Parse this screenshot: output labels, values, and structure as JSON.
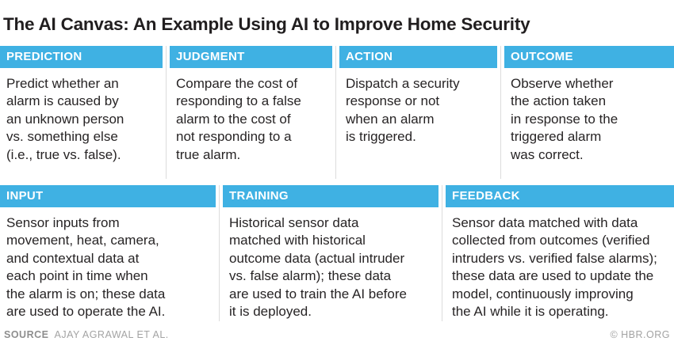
{
  "title": "The AI Canvas: An Example Using AI to Improve Home Security",
  "colors": {
    "header_bar": "#3fb1e3",
    "header_text": "#ffffff",
    "body_text": "#272425",
    "title_text": "#211e1f",
    "footer_text": "#a3a3a3",
    "divider": "#dcdcdc",
    "background": "#ffffff"
  },
  "rows": [
    {
      "cards": [
        {
          "title": "PREDICTION",
          "body": "Predict whether an\nalarm is caused by\nan unknown person\nvs. something else\n(i.e., true vs. false)."
        },
        {
          "title": "JUDGMENT",
          "body": "Compare the cost of\nresponding to a false\nalarm to the cost of\nnot responding to a\ntrue alarm."
        },
        {
          "title": "ACTION",
          "body": "Dispatch a security\nresponse or not\nwhen an alarm\nis triggered."
        },
        {
          "title": "OUTCOME",
          "body": "Observe whether\nthe action taken\nin response to the\ntriggered alarm\nwas correct."
        }
      ]
    },
    {
      "cards": [
        {
          "title": "INPUT",
          "body": "Sensor inputs from\nmovement, heat, camera,\nand contextual data at\neach point in time when\nthe alarm is on; these data\nare used to operate the AI."
        },
        {
          "title": "TRAINING",
          "body": "Historical sensor data\nmatched with historical\noutcome data (actual intruder\nvs. false alarm); these data\nare used to train the AI before\nit is deployed."
        },
        {
          "title": "FEEDBACK",
          "body": "Sensor data matched with data\ncollected from outcomes (verified\nintruders vs. verified false alarms);\nthese data are used to update the\nmodel, continuously improving\nthe AI while it is operating."
        }
      ]
    }
  ],
  "footer": {
    "source_label": "SOURCE",
    "source_value": "AJAY AGRAWAL ET AL.",
    "copyright": "© HBR.ORG"
  }
}
